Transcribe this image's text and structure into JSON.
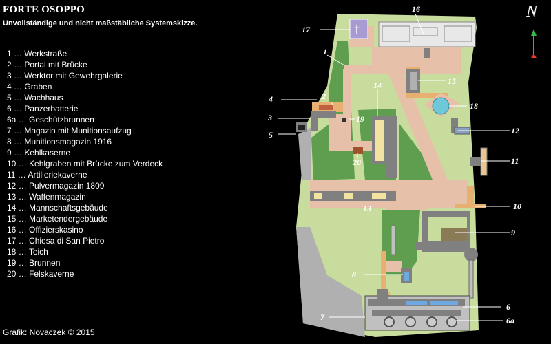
{
  "header": {
    "title": "FORTE OSOPPO",
    "subtitle": "Unvollständige und nicht maßstäbliche Systemskizze."
  },
  "legend": [
    {
      "key": "1",
      "sep": " … ",
      "label": "Werkstraße"
    },
    {
      "key": "2",
      "sep": " … ",
      "label": "Portal mit Brücke"
    },
    {
      "key": "3",
      "sep": " … ",
      "label": "Werktor mit Gewehrgalerie"
    },
    {
      "key": "4",
      "sep": " … ",
      "label": "Graben"
    },
    {
      "key": "5",
      "sep": " … ",
      "label": "Wachhaus"
    },
    {
      "key": "6",
      "sep": " … ",
      "label": "Panzerbatterie"
    },
    {
      "key": "6a",
      "sep": " … ",
      "label": "Geschützbrunnen"
    },
    {
      "key": "7",
      "sep": " … ",
      "label": "Magazin mit Munitionsaufzug"
    },
    {
      "key": "8",
      "sep": " … ",
      "label": "Munitionsmagazin 1916"
    },
    {
      "key": "9",
      "sep": " … ",
      "label": "Kehlkaserne"
    },
    {
      "key": "10",
      "sep": " … ",
      "label": "Kehlgraben mit Brücke zum Verdeck"
    },
    {
      "key": "11",
      "sep": " … ",
      "label": "Artilleriekaverne"
    },
    {
      "key": "12",
      "sep": " … ",
      "label": "Pulvermagazin 1809"
    },
    {
      "key": "13",
      "sep": " … ",
      "label": "Waffenmagazin"
    },
    {
      "key": "14",
      "sep": " … ",
      "label": "Mannschaftsgebäude"
    },
    {
      "key": "15",
      "sep": " … ",
      "label": "Marketendergebäude"
    },
    {
      "key": "16",
      "sep": " … ",
      "label": "Offizierskasino"
    },
    {
      "key": "17",
      "sep": " … ",
      "label": "Chiesa di San Pietro"
    },
    {
      "key": "18",
      "sep": " … ",
      "label": "Teich"
    },
    {
      "key": "19",
      "sep": " … ",
      "label": "Brunnen"
    },
    {
      "key": "20",
      "sep": " … ",
      "label": "Felskaverne"
    }
  ],
  "credit": "Grafik: Novaczek © 2015",
  "map": {
    "north_symbol": "N",
    "labels": {
      "l1": "1",
      "l2": "2",
      "l3": "3",
      "l4": "4",
      "l5": "5",
      "l6": "6",
      "l6a": "6a",
      "l7": "7",
      "l8": "8",
      "l9": "9",
      "l10": "10",
      "l11": "11",
      "l12": "12",
      "l13": "13",
      "l14": "14",
      "l15": "15",
      "l16": "16",
      "l17": "17",
      "l18": "18",
      "l19": "19",
      "l20": "20"
    },
    "colors": {
      "terrain": "#c8dc9e",
      "slope": "#5e9e4e",
      "rock": "#b0b0b0",
      "road": "#e6c0a8",
      "ditch": "#e8b070",
      "building": "#e8e8e8",
      "structure": "#808080",
      "casemate": "#c0c0c0",
      "pond": "#6ec8d8",
      "north_arrow": "#39b54a",
      "north_arrow_head": "#e53935"
    }
  }
}
